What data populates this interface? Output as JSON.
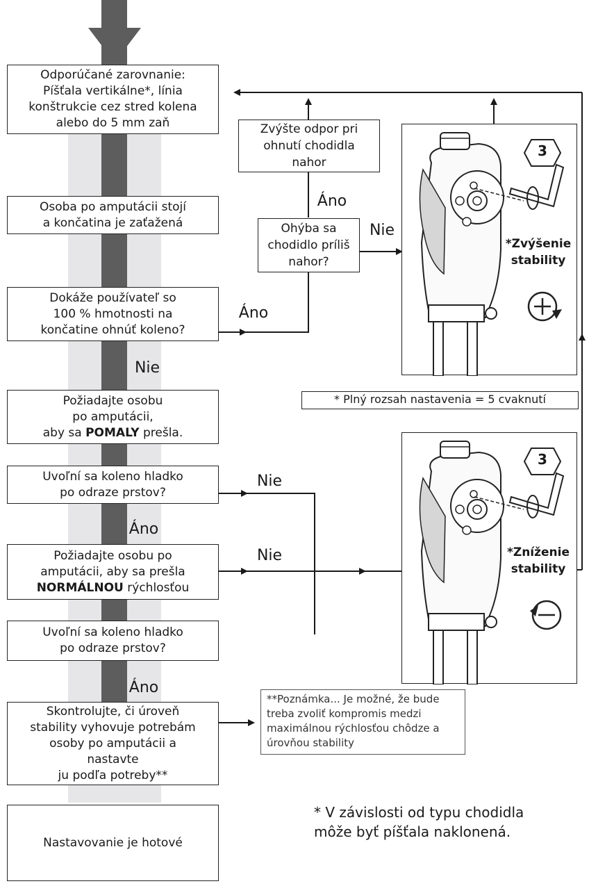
{
  "steps": {
    "recommended": "Odporúčané zarovnanie:\nPíšťala vertikálne*, línia\nkonštrukcie cez stred kolena\nalebo do 5 mm zaň",
    "stands": "Osoba po amputácii stojí\na končatina je zaťažená",
    "can_flex": "Dokáže používateľ so\n100 % hmotnosti na\nkončatine ohnúť koleno?",
    "walk_slow_pre": "Požiadajte osobu\npo amputácii,\naby sa ",
    "walk_slow_em": "POMALY",
    "walk_slow_post": " prešla.",
    "release1": "Uvoľní sa koleno hladko\npo odraze prstov?",
    "walk_normal_pre": "Požiadajte osobu po\namputácii, aby sa prešla\n",
    "walk_normal_em": "NORMÁLNOU",
    "walk_normal_post": " rýchlosťou",
    "release2": "Uvoľní sa koleno hladko\npo odraze prstov?",
    "check": "Skontrolujte, či úroveň\nstability vyhovuje potrebám\nosoby po amputácii a\nnastavte\nju podľa potreby**",
    "done": "Nastavovanie je hotové",
    "increase_resistance": "Zvýšte odpor pri\nohnutí chodidla\nnahor",
    "foot_bends": "Ohýba sa\nchodidlo príliš\nnahor?"
  },
  "labels": {
    "ano_top": "Áno",
    "nie_right": "Nie",
    "ano_left": "Áno",
    "nie_1": "Nie",
    "ano_1": "Áno",
    "nie_2": "Nie",
    "nie_3": "Nie",
    "ano_2": "Áno"
  },
  "panels": {
    "step_number": "3",
    "increase": "*Zvýšenie\nstability",
    "decrease": "*Zníženie\nstability"
  },
  "range_note": "* Plný rozsah nastavenia = 5 cvaknutí",
  "note": "**Poznámka... Je možné, že bude\ntreba zvoliť kompromis medzi\nmaximálnou rýchlosťou chôdze a\núrovňou stability",
  "footnote": "* V závislosti od typu chodidla\nmôže byť píšťala naklonená.",
  "colors": {
    "band": "#e6e6e8",
    "spine": "#5d5d5d",
    "line": "#1a1a1a"
  }
}
